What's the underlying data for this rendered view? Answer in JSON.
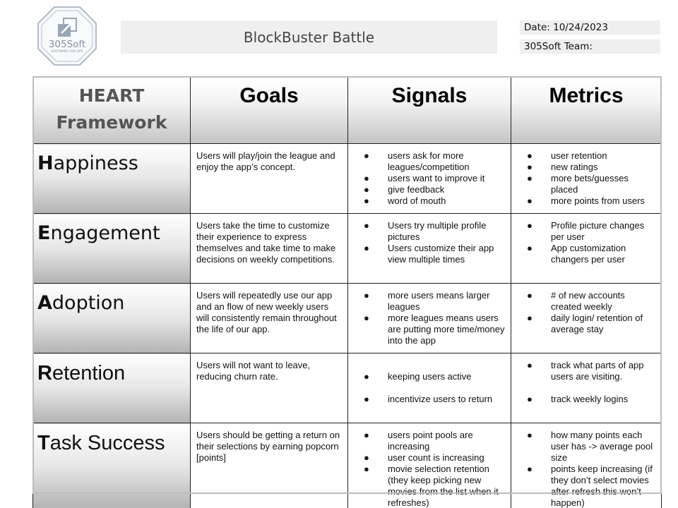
{
  "header": {
    "title": "BlockBuster Battle",
    "date": "Date: 10/24/2023",
    "team": "305Soft Team:",
    "logo": {
      "name": "305Soft",
      "tagline": "SOFTWARE FOR LIFE",
      "icon": "arrow-box-icon"
    }
  },
  "table": {
    "corner_line1": "HEART",
    "corner_line2": "Framework",
    "columns": [
      "Goals",
      "Signals",
      "Metrics"
    ],
    "rows": [
      {
        "initial": "H",
        "rest": "appiness",
        "goal": "Users will play/join the league and enjoy the app’s concept.",
        "signals": [
          "users ask for more leagues/competition",
          "users want to improve it",
          "give feedback",
          "word of mouth"
        ],
        "metrics": [
          "user retention",
          "new ratings",
          "more bets/guesses placed",
          "more points from users"
        ]
      },
      {
        "initial": "E",
        "rest": "ngagement",
        "goal": "Users take the time to customize their experience  to express themselves and take time to make decisions on weekly competitions.",
        "signals": [
          "Users try multiple profile pictures",
          "Users customize their app view multiple times"
        ],
        "metrics": [
          "Profile picture changes per user",
          "App customization changers per user"
        ]
      },
      {
        "initial": "A",
        "rest": "doption",
        "goal": "Users will repeatedly use our app and an flow of new weekly users will consistently remain throughout the life of our app.",
        "signals": [
          "more users means larger leagues",
          "more leagues means users are putting more time/money into the app"
        ],
        "metrics": [
          "# of new accounts created weekly",
          "daily login/ retention of average stay"
        ]
      },
      {
        "initial": "R",
        "rest": "etention",
        "goal": "Users will not want to leave, reducing churn rate.",
        "signals": [
          "keeping users active",
          "incentivize users to return"
        ],
        "metrics": [
          "track what parts of app users are visiting.",
          "track weekly logins"
        ]
      },
      {
        "initial": "T",
        "rest": "ask Success",
        "goal": "Users should be getting a return on their selections by earning popcorn [points]",
        "signals": [
          "users point pools are increasing",
          "user count is increasing",
          "movie selection retention (they keep picking new movies from the list when it refreshes)"
        ],
        "metrics": [
          "how many points each user has -> average pool size",
          "points keep increasing (if they don’t select movies after refresh this won’t happen)"
        ]
      }
    ]
  }
}
